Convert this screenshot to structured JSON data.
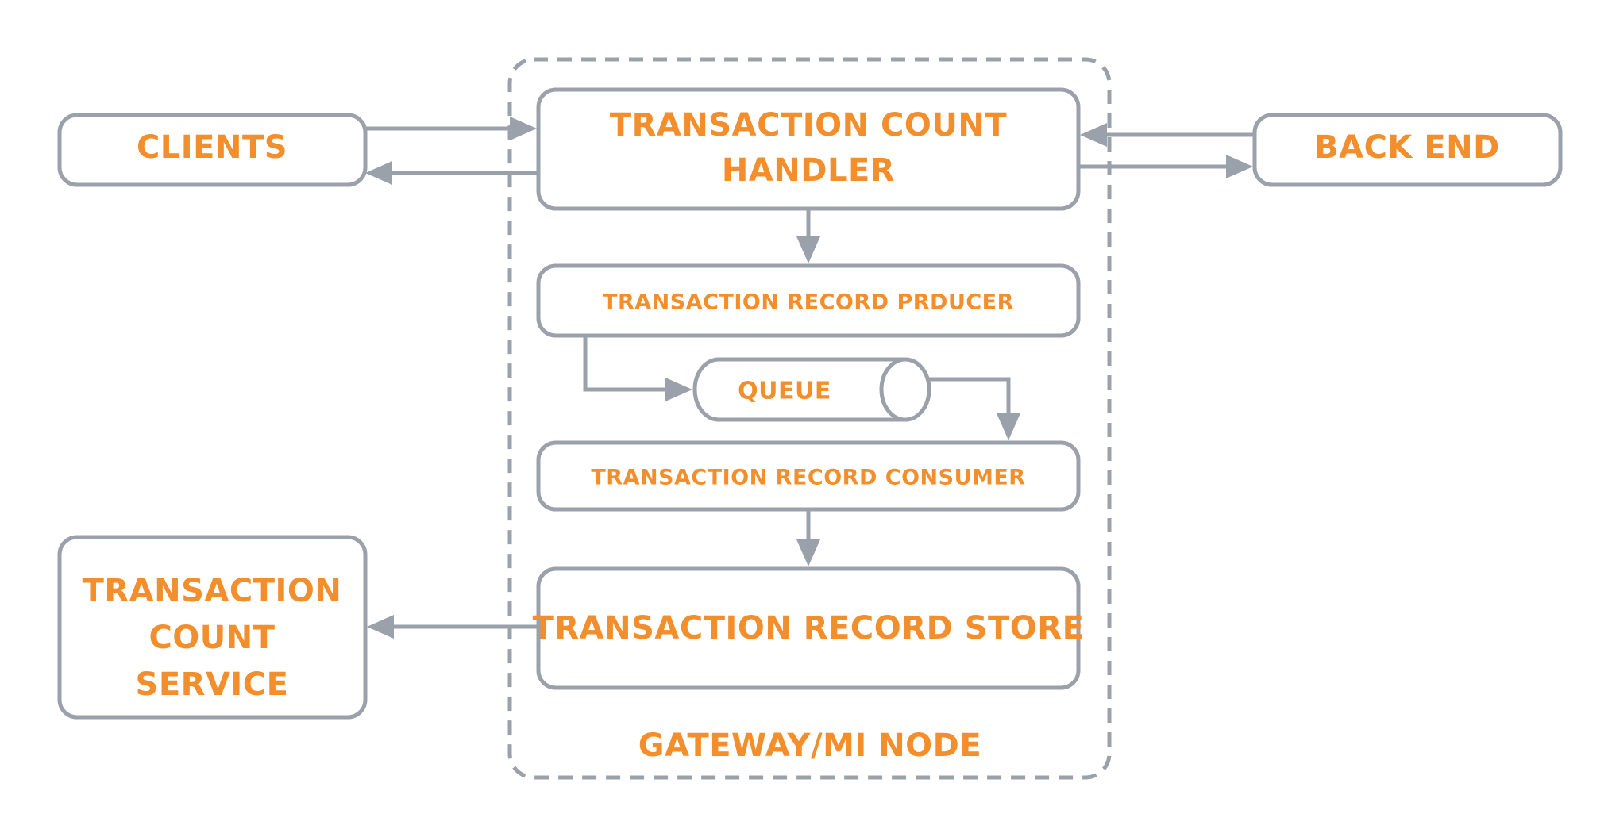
{
  "nodes": {
    "clients": "CLIENTS",
    "back_end": "BACK END",
    "handler_line1": "TRANSACTION COUNT",
    "handler_line2": "HANDLER",
    "producer": "TRANSACTION RECORD PRDUCER",
    "queue": "QUEUE",
    "consumer": "TRANSACTION RECORD CONSUMER",
    "store": "TRANSACTION RECORD STORE",
    "service_line1": "TRANSACTION",
    "service_line2": "COUNT",
    "service_line3": "SERVICE",
    "gateway": "GATEWAY/MI NODE"
  },
  "colors": {
    "label": "#f28e2b",
    "stroke": "#9ba1ab",
    "background": "#ffffff"
  },
  "edges": [
    {
      "from": "clients",
      "to": "handler"
    },
    {
      "from": "handler",
      "to": "clients"
    },
    {
      "from": "back_end",
      "to": "handler"
    },
    {
      "from": "handler",
      "to": "back_end"
    },
    {
      "from": "handler",
      "to": "producer"
    },
    {
      "from": "producer",
      "to": "queue"
    },
    {
      "from": "queue",
      "to": "consumer"
    },
    {
      "from": "consumer",
      "to": "store"
    },
    {
      "from": "store",
      "to": "service"
    }
  ]
}
